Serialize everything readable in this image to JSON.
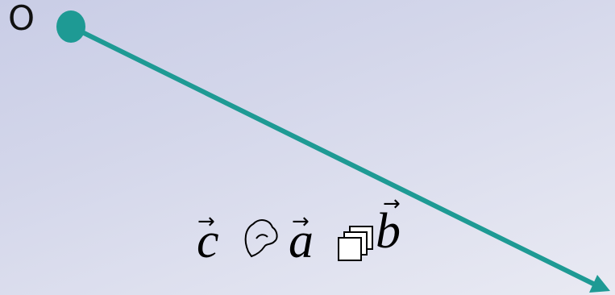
{
  "diagram": {
    "origin_label": "O",
    "colors": {
      "line": "#1e9a94",
      "point": "#1e9a94",
      "text": "#000000"
    },
    "formula": {
      "c": "c",
      "a": "a",
      "b": "b",
      "arrow": "→",
      "symbol_1": "unrecognized-glyph",
      "symbol_2": "unrecognized-glyph"
    }
  }
}
